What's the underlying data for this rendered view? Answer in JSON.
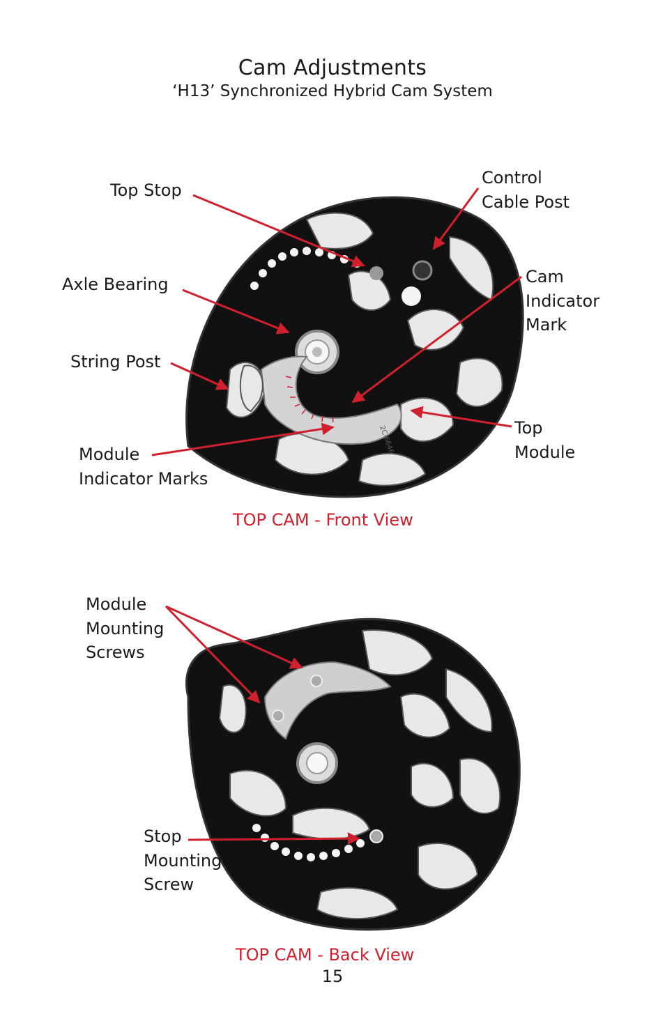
{
  "page": {
    "title": "Cam Adjustments",
    "subtitle": "‘H13’ Synchronized Hybrid Cam System",
    "page_number": "15",
    "accent_color": "#d0202e"
  },
  "front_view": {
    "caption": "TOP CAM - Front View",
    "labels": {
      "top_stop": "Top Stop",
      "control_cable_post": "Control\nCable Post",
      "axle_bearing": "Axle Bearing",
      "cam_indicator_mark": "Cam\nIndicator\nMark",
      "string_post": "String Post",
      "top_module": "Top\nModule",
      "module_indicator_marks": "Module\nIndicator Marks"
    },
    "module_stamp": "2C-6646"
  },
  "back_view": {
    "caption": "TOP CAM - Back View",
    "labels": {
      "module_mounting_screws": "Module\nMounting\nScrews",
      "stop_mounting_screw": "Stop\nMounting\nScrew"
    }
  }
}
